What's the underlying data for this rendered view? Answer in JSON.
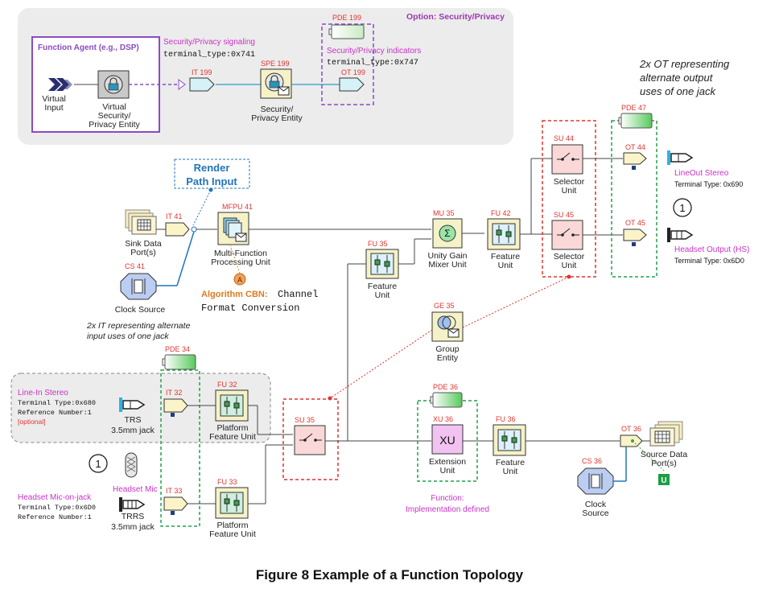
{
  "option_title": "Option: Security/Privacy",
  "function_agent": "Function Agent (e.g., DSP)",
  "virtual_input": [
    "Virtual",
    "Input"
  ],
  "vspe": [
    "Virtual",
    "Security/",
    "Privacy Entity"
  ],
  "sec_signaling": "Security/Privacy signaling",
  "sec_signaling_type": "terminal_type:0x741",
  "sec_indicators": "Security/Privacy indicators",
  "sec_indicators_type": "terminal_type:0x747",
  "ids": {
    "pde199": "PDE 199",
    "it199": "IT 199",
    "spe199": "SPE 199",
    "ot199": "OT 199",
    "it41": "IT 41",
    "mfpu41": "MFPU 41",
    "cs41": "CS 41",
    "mu35": "MU 35",
    "fu42": "FU 42",
    "su44": "SU 44",
    "su45": "SU 45",
    "pde47": "PDE 47",
    "ot44": "OT 44",
    "ot45": "OT 45",
    "fu35": "FU 35",
    "ge35": "GE 35",
    "pde34": "PDE 34",
    "it32": "IT 32",
    "fu32": "FU 32",
    "it33": "IT 33",
    "fu33": "FU 33",
    "su35": "SU 35",
    "pde36": "PDE 36",
    "xu36": "XU 36",
    "fu36": "FU 36",
    "ot36": "OT 36",
    "cs36": "CS 36"
  },
  "spe_label": [
    "Security/",
    "Privacy Entity"
  ],
  "ot_note": [
    "2x OT representing",
    "alternate output",
    "uses of one jack"
  ],
  "render_path": [
    "Render",
    "Path Input"
  ],
  "sink_data": [
    "Sink Data",
    "Port(s)"
  ],
  "mfpu_label": [
    "Multi-Function",
    "Processing Unit"
  ],
  "clock_source": [
    "Clock Source"
  ],
  "algorithm": "Algorithm CBN:",
  "algorithm_text": [
    "Channel",
    "Format Conversion"
  ],
  "badge_a": "A",
  "mixer_label": [
    "Unity Gain",
    "Mixer Unit"
  ],
  "feature_unit": [
    "Feature",
    "Unit"
  ],
  "selector_unit": [
    "Selector",
    "Unit"
  ],
  "lineout_stereo": "LineOut Stereo",
  "lineout_type": "Terminal Type: 0x690",
  "headset_output": "Headset Output (HS)",
  "headset_output_type": "Terminal Type: 0x6D0",
  "circle_one": "1",
  "group_entity": [
    "Group",
    "Entity"
  ],
  "it_note": [
    "2x IT representing alternate",
    "input uses of one jack"
  ],
  "linein_stereo": "Line-In Stereo",
  "linein_type": "Terminal Type:0x680",
  "linein_ref": "Reference Number:1",
  "linein_optional": "[optional]",
  "trs": [
    "TRS",
    "3.5mm jack"
  ],
  "platform_fu": [
    "Platform",
    "Feature Unit"
  ],
  "headset_mic": "Headset Mic",
  "headset_mic_on_jack": "Headset Mic-on-jack",
  "hmj_type": "Terminal Type:0x6D0",
  "hmj_ref": "Reference Number:1",
  "trrs": [
    "TRRS",
    "3.5mm jack"
  ],
  "extension_unit": [
    "Extension",
    "Unit"
  ],
  "xu_glyph": "XU",
  "function_note": [
    "Function:",
    "Implementation defined"
  ],
  "source_data": [
    "Source Data",
    "Port(s)"
  ],
  "clock_source2": [
    "Clock",
    "Source"
  ],
  "badge_u": "U",
  "figure_caption": "Figure 8 Example of a Function Topology",
  "colors": {
    "red_label": "#e0342f",
    "magenta": "#c832c8",
    "blue_link": "#1f74bd",
    "purple_box": "#8a4bc6",
    "green_dashed": "#1fa24b",
    "red_dashed": "#e0342f"
  }
}
